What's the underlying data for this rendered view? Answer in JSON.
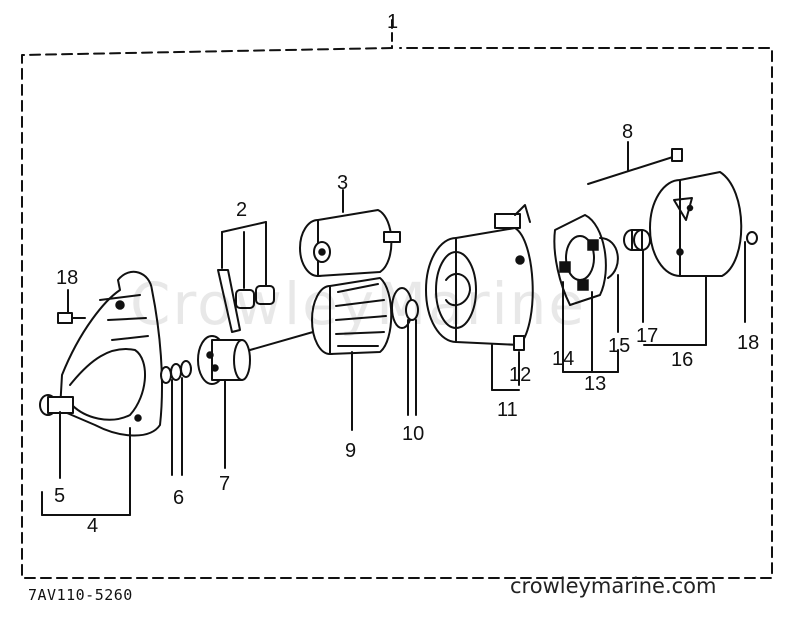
{
  "diagram": {
    "assembly_callout": "1",
    "callouts": [
      "2",
      "3",
      "4",
      "5",
      "6",
      "7",
      "8",
      "9",
      "10",
      "11",
      "12",
      "13",
      "14",
      "15",
      "16",
      "17",
      "18",
      "18"
    ],
    "reference_code": "7AV110-5260",
    "website": "crowleymarine.com",
    "watermark": "CrowleyMarine"
  }
}
